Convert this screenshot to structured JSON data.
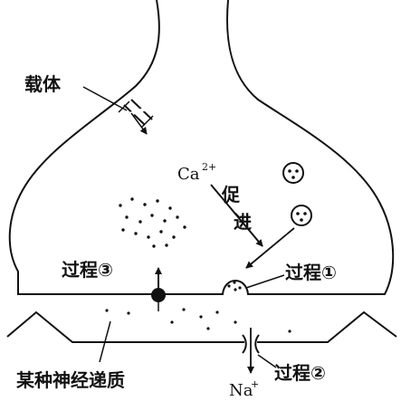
{
  "labels": {
    "carrier": "载体",
    "calcium": "Ca",
    "calcium_charge": "2+",
    "promote_1": "促",
    "promote_2": "进",
    "process_1": "过程①",
    "process_2": "过程②",
    "process_3": "过程③",
    "neurotransmitter": "某种神经递质",
    "sodium": "Na",
    "sodium_charge": "+"
  },
  "colors": {
    "line": "#111111",
    "background": "#ffffff"
  }
}
